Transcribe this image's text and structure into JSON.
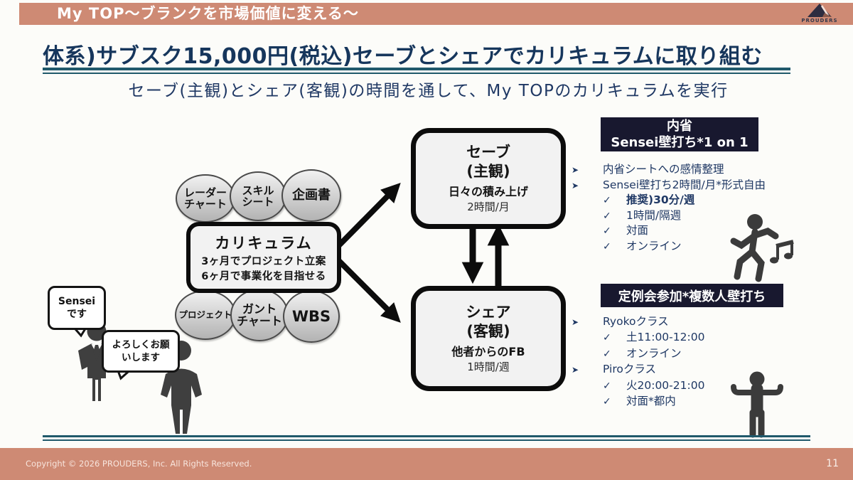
{
  "banner": {
    "title": "My TOP〜ブランクを市場価値に変える〜"
  },
  "logo": {
    "brand": "PROUDERS"
  },
  "heading": {
    "title": "体系)サブスク15,000円(税込)セーブとシェアでカリキュラムに取り組む",
    "subtitle": "セーブ(主観)とシェア(客観)の時間を通して、My TOPのカリキュラムを実行"
  },
  "diagram": {
    "top_ovals": [
      {
        "label": "レーダー\nチャート"
      },
      {
        "label": "スキル\nシート"
      },
      {
        "label": "企画書"
      }
    ],
    "curriculum": {
      "title": "カリキュラム",
      "line1": "3ヶ月でプロジェクト立案",
      "line2": "6ヶ月で事業化を目指せる"
    },
    "bottom_ovals": [
      {
        "label": "プロジェクト"
      },
      {
        "label": "ガント\nチャート"
      },
      {
        "label": "WBS"
      }
    ],
    "save_box": {
      "title": "セーブ",
      "subtitle": "(主観)",
      "desc": "日々の積み上げ",
      "time": "2時間/月"
    },
    "share_box": {
      "title": "シェア",
      "subtitle": "(客観)",
      "desc": "他者からのFB",
      "time": "1時間/週"
    }
  },
  "speech": {
    "bubble1": "Sensei\nです",
    "bubble2": "よろしくお願\nいします"
  },
  "panel1": {
    "header": "内省\nSensei壁打ち*1 on 1",
    "items": [
      {
        "bullet": "➤",
        "text": "内省シートへの感情整理"
      },
      {
        "bullet": "➤",
        "text": "Sensei壁打ち2時間/月*形式自由"
      },
      {
        "bullet": "✓",
        "text": "推奨)30分/週"
      },
      {
        "bullet": "✓",
        "text": "1時間/隔週"
      },
      {
        "bullet": "✓",
        "text": "対面"
      },
      {
        "bullet": "✓",
        "text": "オンライン"
      }
    ]
  },
  "panel2": {
    "header": "定例会参加*複数人壁打ち",
    "items": [
      {
        "bullet": "➤",
        "text": "Ryokoクラス"
      },
      {
        "bullet": "✓",
        "text": "土11:00-12:00"
      },
      {
        "bullet": "✓",
        "text": "オンライン"
      },
      {
        "bullet": "➤",
        "text": "Piroクラス"
      },
      {
        "bullet": "✓",
        "text": "火20:00-21:00"
      },
      {
        "bullet": "✓",
        "text": "対面*都内"
      }
    ]
  },
  "footer": {
    "copyright": "Copyright © 2026 PROUDERS, Inc.  All Rights Reserved.",
    "page": "11"
  },
  "colors": {
    "banner_salmon": "#CE8A74",
    "title_navy": "#16365C",
    "body_navy": "#1F3864",
    "teal_rule": "#20596B",
    "panel_header_bg": "#18182F",
    "box_fill": "#F2F2F2",
    "silhouette_gray": "#3F3F3F"
  },
  "icons": {
    "logo": "prouders-triangle-logo-icon",
    "panel1_side": "dancing-person-icon",
    "panel2_side": "shrug-person-icon",
    "left_figure_1": "businessman-icon",
    "left_figure_2": "person-icon",
    "arrow_bullet": "➤",
    "check_bullet": "✓"
  }
}
